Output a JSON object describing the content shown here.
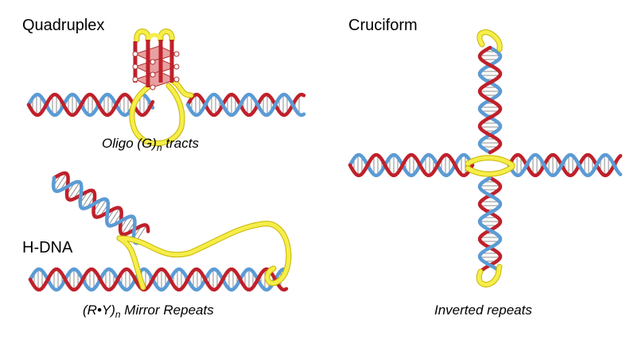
{
  "titles": {
    "quadruplex": "Quadruplex",
    "cruciform": "Cruciform",
    "hdna": "H-DNA"
  },
  "captions": {
    "quadruplex_pre": "Oligo (G)",
    "quadruplex_sub": "n",
    "quadruplex_post": " tracts",
    "hdna_pre": "(R•Y)",
    "hdna_sub": "n",
    "hdna_post": " Mirror Repeats",
    "cruciform": "Inverted repeats"
  },
  "colors": {
    "strand_red": "#c0202a",
    "strand_blue": "#5b9bd5",
    "loop_yellow": "#f5ee4a",
    "loop_edge": "#c9b400",
    "tetrad_pink": "#e8a0a0",
    "rung_gray": "#8c8c8c"
  }
}
